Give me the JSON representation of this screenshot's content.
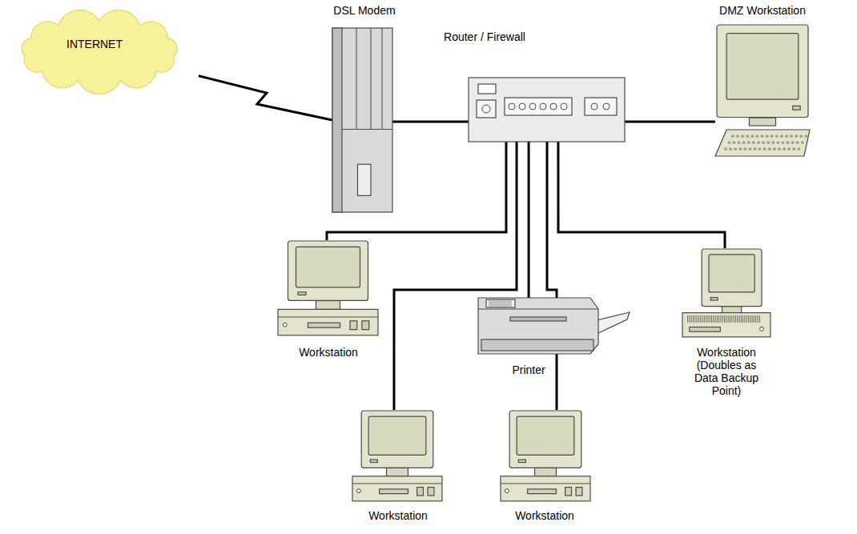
{
  "diagram": {
    "nodes": [
      {
        "text": [
          "INTERNET"
        ]
      },
      {
        "text": [
          "DSL Modem"
        ]
      },
      {
        "text": [
          "Router / Firewall"
        ]
      },
      {
        "text": [
          "DMZ Workstation"
        ]
      },
      {
        "text": [
          "Workstation"
        ]
      },
      {
        "text": [
          "Workstation"
        ]
      },
      {
        "text": [
          "Printer"
        ]
      },
      {
        "text": [
          "Workstation"
        ]
      },
      {
        "text": [
          "Workstation (Doubles as Data Backup Point)"
        ]
      }
    ],
    "edges": [
      {
        "from": 0,
        "to": 1,
        "arrow": "none"
      },
      {
        "from": 1,
        "to": 2,
        "arrow": "none"
      },
      {
        "from": 2,
        "to": 3,
        "arrow": "none"
      },
      {
        "from": 2,
        "to": 4,
        "arrow": "none"
      },
      {
        "from": 2,
        "to": 5,
        "arrow": "none"
      },
      {
        "from": 2,
        "to": 6,
        "arrow": "none"
      },
      {
        "from": 2,
        "to": 7,
        "arrow": "none"
      },
      {
        "from": 2,
        "to": 8,
        "arrow": "none"
      }
    ]
  }
}
